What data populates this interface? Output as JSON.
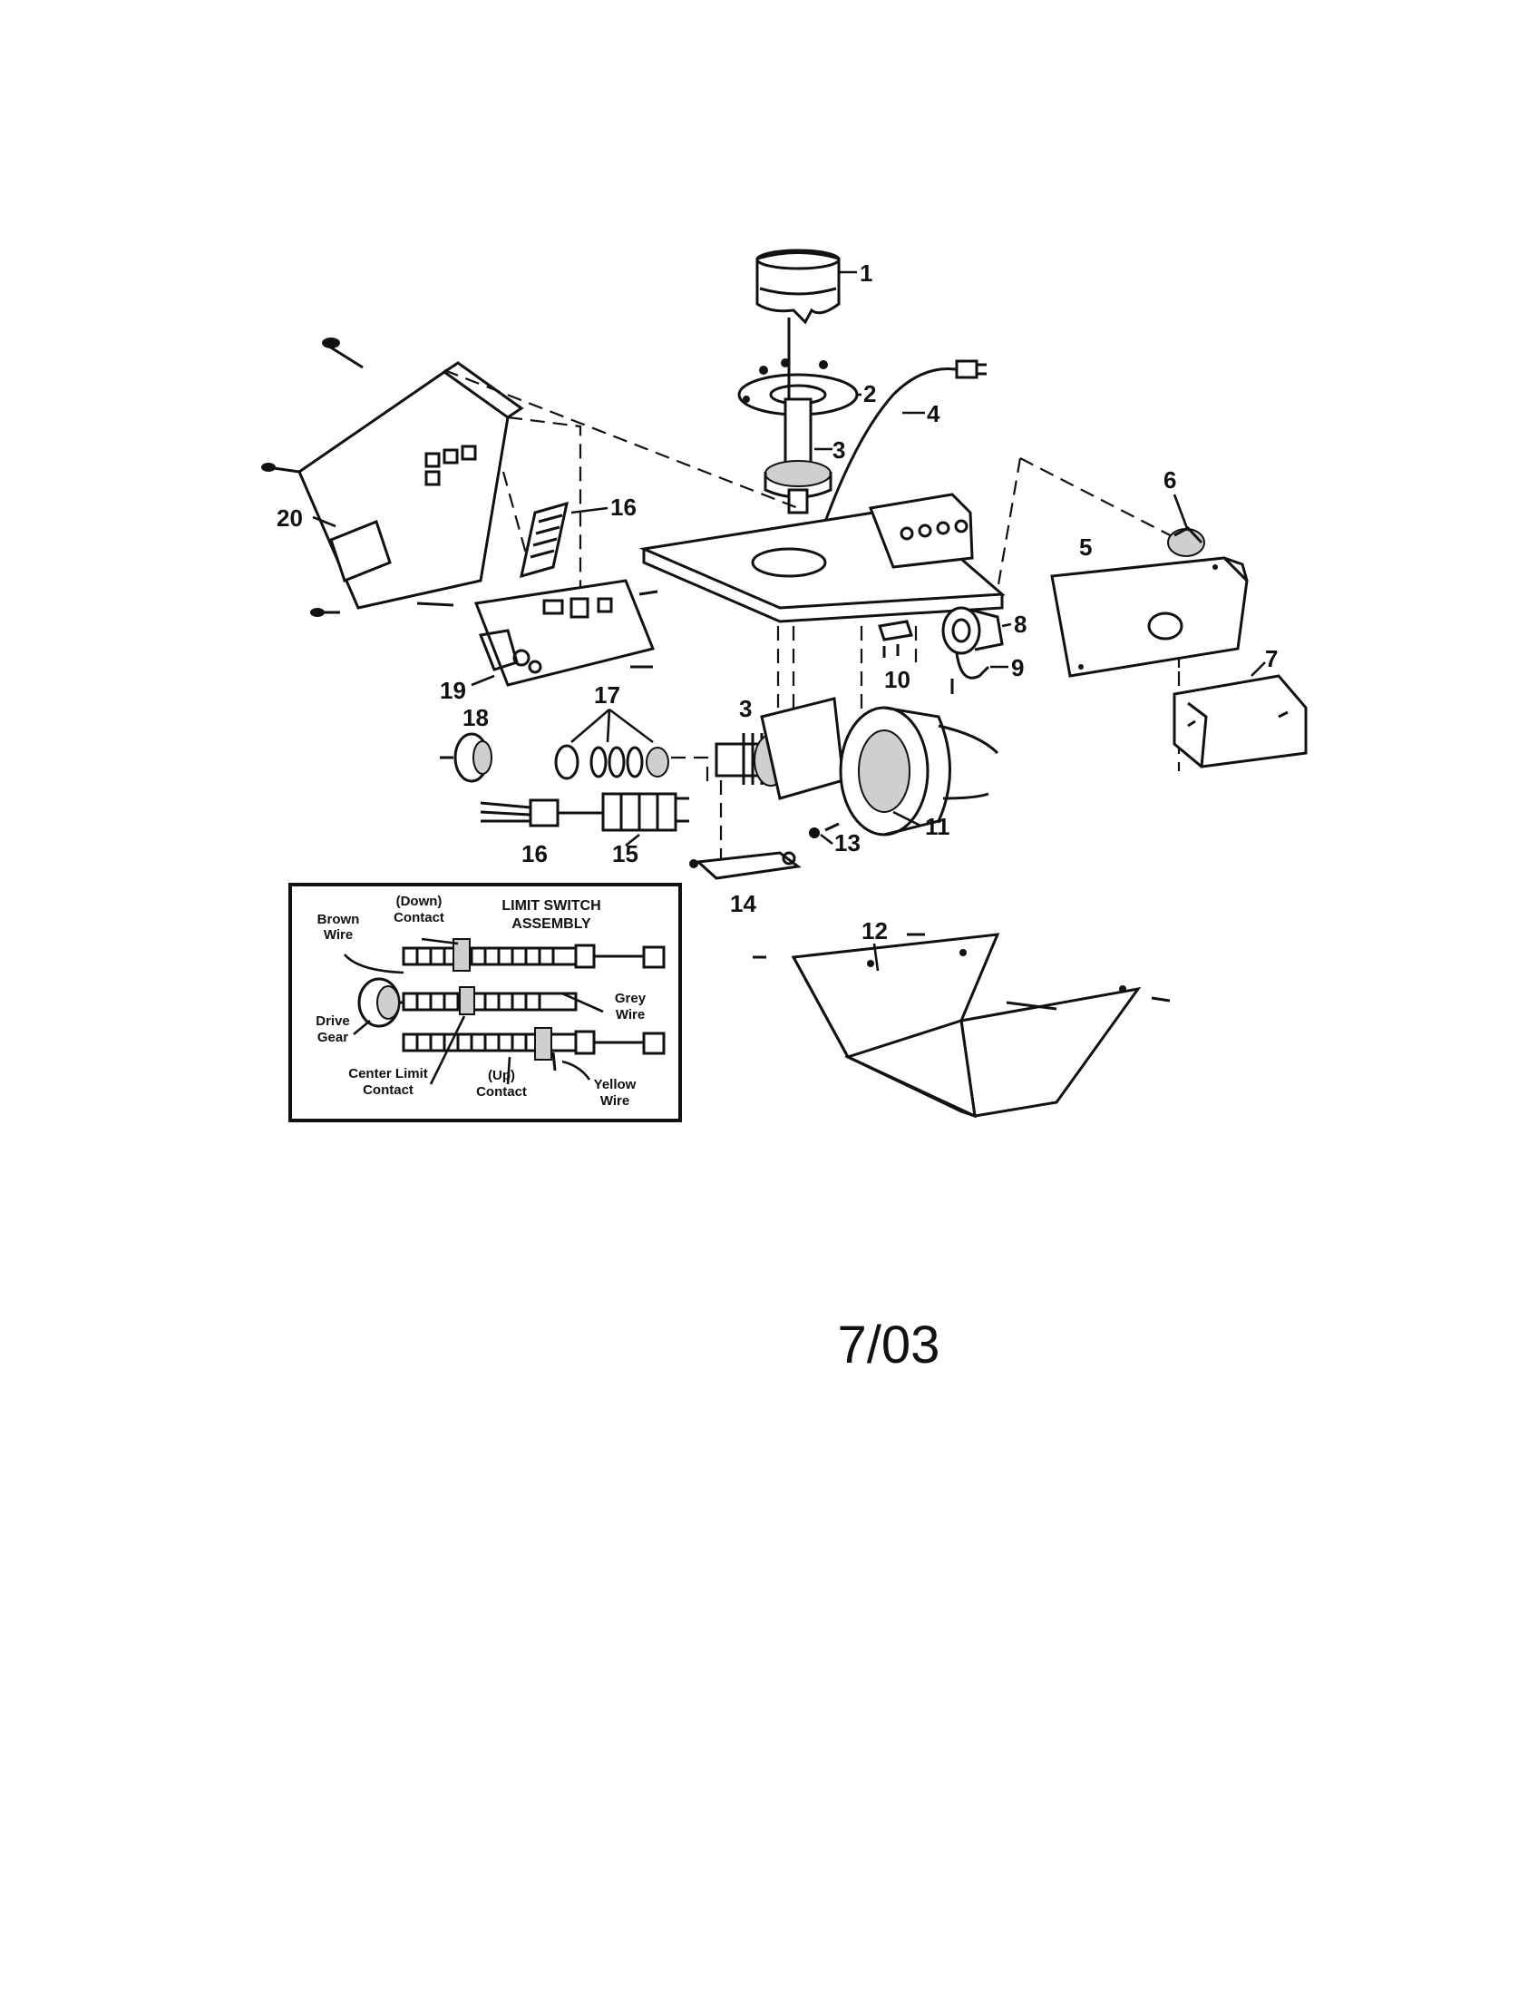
{
  "callouts": {
    "c1": "1",
    "c2": "2",
    "c3_top": "3",
    "c3_mid": "3",
    "c4": "4",
    "c5": "5",
    "c6": "6",
    "c7": "7",
    "c8": "8",
    "c9": "9",
    "c10": "10",
    "c11": "11",
    "c12": "12",
    "c13": "13",
    "c14": "14",
    "c15": "15",
    "c16_top": "16",
    "c16_bottom": "16",
    "c17": "17",
    "c18": "18",
    "c19": "19",
    "c20": "20"
  },
  "inset": {
    "title_line1": "LIMIT SWITCH",
    "title_line2": "ASSEMBLY",
    "brown_wire_1": "Brown",
    "brown_wire_2": "Wire",
    "down_contact_1": "(Down)",
    "down_contact_2": "Contact",
    "drive_gear_1": "Drive",
    "drive_gear_2": "Gear",
    "grey_wire_1": "Grey",
    "grey_wire_2": "Wire",
    "center_limit_1": "Center Limit",
    "center_limit_2": "Contact",
    "up_contact_1": "(Up)",
    "up_contact_2": "Contact",
    "yellow_wire_1": "Yellow",
    "yellow_wire_2": "Wire"
  },
  "date_code": "7/03"
}
